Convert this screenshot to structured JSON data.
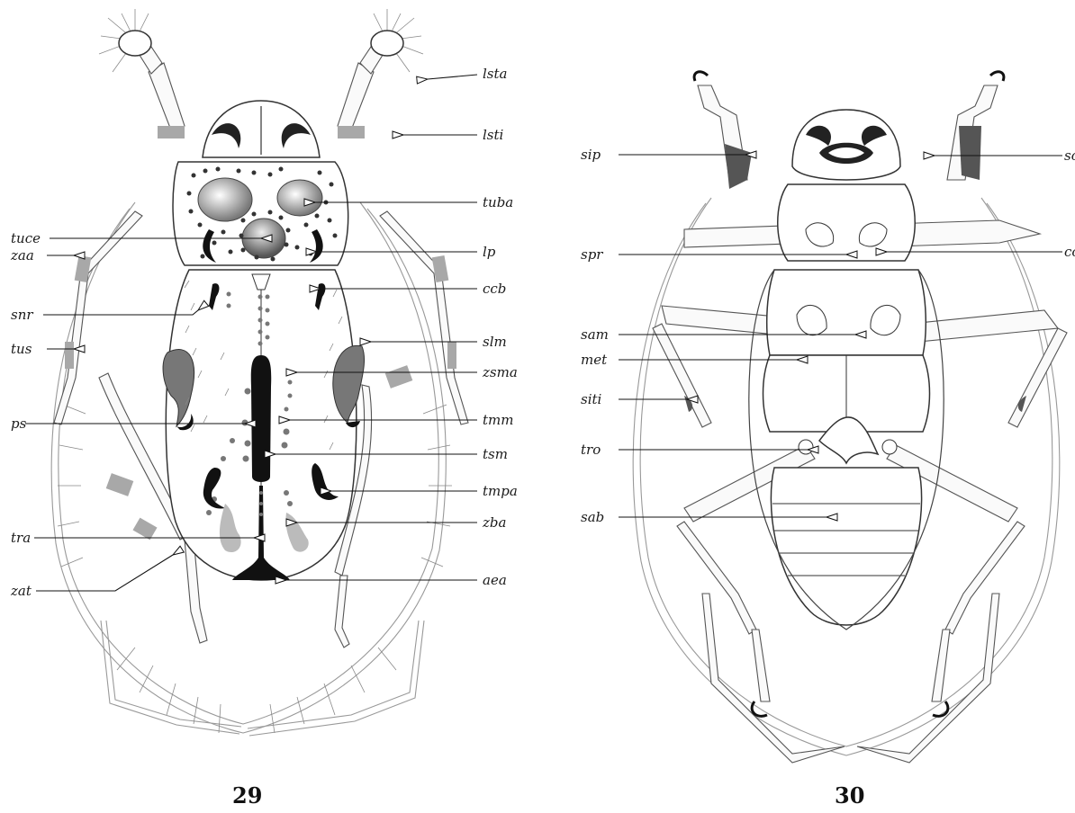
{
  "figures": [
    {
      "number": "29",
      "labels": {
        "lsta": "lsta",
        "lsti": "lsti",
        "tuba": "tuba",
        "tuce": "tuce",
        "lp": "lp",
        "zaa": "zaa",
        "ccb": "ccb",
        "snr": "snr",
        "slm": "slm",
        "tus": "tus",
        "zsma": "zsma",
        "ps": "ps",
        "tmm": "tmm",
        "tsm": "tsm",
        "tmpa": "tmpa",
        "zba": "zba",
        "tra": "tra",
        "aea": "aea",
        "zat": "zat"
      }
    },
    {
      "number": "30",
      "labels": {
        "sip": "sip",
        "sc": "sc",
        "spr": "spr",
        "co": "co",
        "sam": "sam",
        "met": "met",
        "siti": "siti",
        "tro": "tro",
        "sab": "sab"
      }
    }
  ],
  "colors": {
    "ink": "#111111",
    "gray": "#8a8a8a",
    "light_gray": "#c8c8c8",
    "dark_gray": "#555555"
  }
}
